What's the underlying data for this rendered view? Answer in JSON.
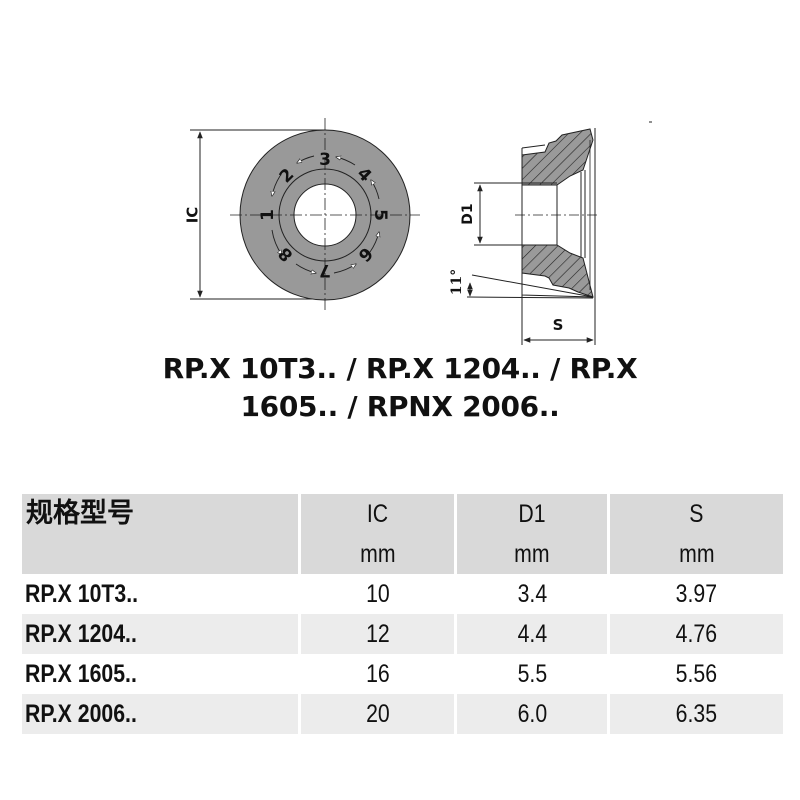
{
  "drawing": {
    "top_view": {
      "dimension_label": "IC",
      "index_numbers": [
        "1",
        "2",
        "3",
        "4",
        "5",
        "6",
        "7",
        "8"
      ],
      "fill_color": "#999999"
    },
    "side_view": {
      "hole_dimension_label": "D1",
      "thickness_label": "S",
      "clearance_angle": "11°"
    }
  },
  "title": {
    "line1": "RP.X 10T3.. / RP.X 1204.. / RP.X",
    "line2": "1605.. / RPNX 2006.."
  },
  "table": {
    "headers": [
      {
        "label": "规格型号",
        "unit": ""
      },
      {
        "label": "IC",
        "unit": "mm"
      },
      {
        "label": "D1",
        "unit": "mm"
      },
      {
        "label": "S",
        "unit": "mm"
      }
    ],
    "rows": [
      {
        "model": "RP.X 10T3..",
        "ic": "10",
        "d1": "3.4",
        "s": "3.97"
      },
      {
        "model": "RP.X 1204..",
        "ic": "12",
        "d1": "4.4",
        "s": "4.76"
      },
      {
        "model": "RP.X 1605..",
        "ic": "16",
        "d1": "5.5",
        "s": "5.56"
      },
      {
        "model": "RP.X 2006..",
        "ic": "20",
        "d1": "6.0",
        "s": "6.35"
      }
    ],
    "header_bg": "#d9d9d9",
    "shaded_row_bg": "#ececec"
  }
}
